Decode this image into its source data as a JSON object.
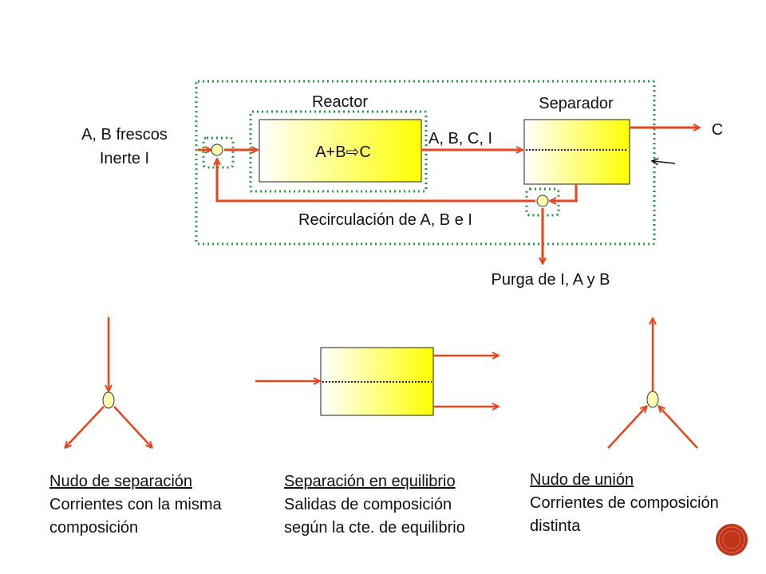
{
  "colors": {
    "stream": "#e8461d",
    "boundary": "#1f9a3a",
    "box_fill_start": "#ffffff",
    "box_fill_end": "#ffff00",
    "node_fill": "#fffbb0",
    "corner_badge": "#c0341a"
  },
  "process": {
    "reactor_label": "Reactor",
    "reaction_label": "A+B⇨C",
    "separator_label": "Separador",
    "feed_line1": "A, B frescos",
    "feed_line2": "Inerte I",
    "reactor_outlet_label": "A, B, C, I",
    "product_label": "C",
    "recycle_label": "Recirculación de A, B e I",
    "purge_label": "Purga de I, A y B"
  },
  "captions": {
    "split": {
      "title": "Nudo de separación",
      "line1": "Corrientes con la misma",
      "line2": "composición"
    },
    "equilibrium": {
      "title": "Separación en equilibrio",
      "line1": "Salidas de composición",
      "line2": "según la cte.  de equilibrio"
    },
    "junction": {
      "title": "Nudo de unión",
      "line1": "Corrientes de composición",
      "line2": "distinta"
    }
  }
}
